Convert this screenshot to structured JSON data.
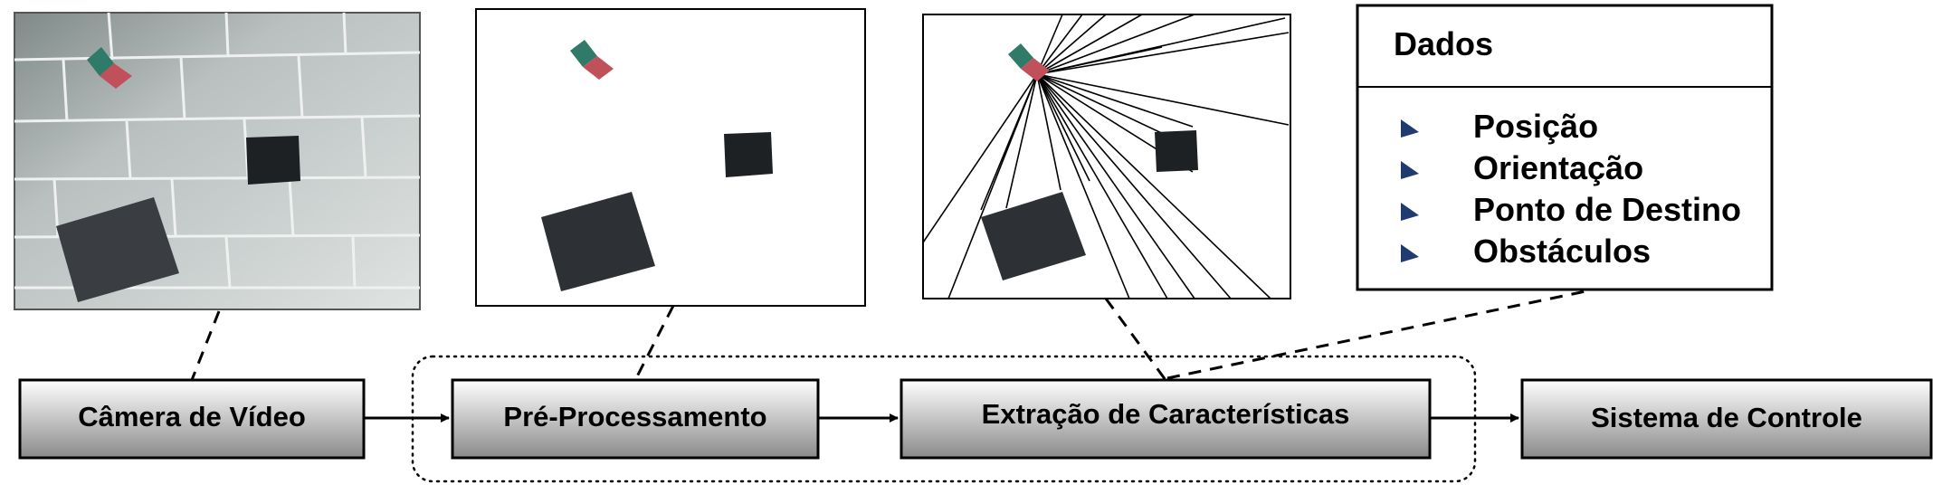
{
  "pipeline": {
    "stages": [
      {
        "id": "camera",
        "label": "Câmera de Vídeo"
      },
      {
        "id": "preprocessing",
        "label": "Pré-Processamento"
      },
      {
        "id": "features",
        "label": "Extração de Características"
      },
      {
        "id": "control",
        "label": "Sistema de Controle"
      }
    ]
  },
  "data_panel": {
    "title": "Dados",
    "items": [
      "Posição",
      "Orientação",
      "Ponto de Destino",
      "Obstáculos"
    ]
  },
  "colors": {
    "box_gradient_top": "#ffffff",
    "box_gradient_bottom": "#8a8a8a",
    "robot_green": "#2f7a68",
    "robot_red": "#c0505a",
    "obstacle": "#2a2d30",
    "floor": "#cfd5d4",
    "bullet": "#1f3b70"
  },
  "icons": {
    "bullet": "triangle-flag-icon"
  }
}
